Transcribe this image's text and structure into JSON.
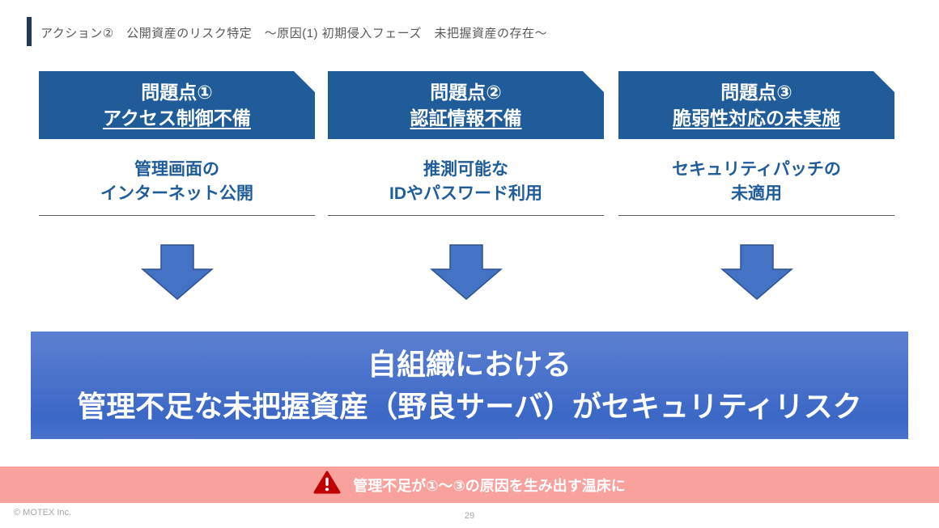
{
  "slide": {
    "header": {
      "title": "アクション②　公開資産のリスク特定　～原因(1) 初期侵入フェーズ　未把握資産の存在～"
    },
    "problems": [
      {
        "heading_line1": "問題点①",
        "heading_line2": "アクセス制御不備",
        "body_line1": "管理画面の",
        "body_line2": "インターネット公開"
      },
      {
        "heading_line1": "問題点②",
        "heading_line2": "認証情報不備",
        "body_line1": "推測可能な",
        "body_line2": "IDやパスワード利用"
      },
      {
        "heading_line1": "問題点③",
        "heading_line2": "脆弱性対応の未実施",
        "body_line1": "セキュリティパッチの",
        "body_line2": "未適用"
      }
    ],
    "conclusion": {
      "line1": "自組織における",
      "line2": "管理不足な未把握資産（野良サーバ）がセキュリティリスク"
    },
    "warning": {
      "icon": "warning-triangle-icon",
      "text": "管理不足が①～③の原因を生み出す温床に"
    },
    "footer": {
      "copyright": "© MOTEX Inc.",
      "page_number": "29"
    },
    "colors": {
      "accent_navy": "#1F3864",
      "box_blue": "#1F5C99",
      "body_text_blue": "#1F5C99",
      "arrow_fill": "#4472C4",
      "arrow_border": "#2F528F",
      "banner_gradient_top": "#5C80D1",
      "banner_gradient_bottom": "#3B67C6",
      "warning_pink": "#F9A19C",
      "warning_red": "#C00000",
      "title_gray": "#595959",
      "footer_gray": "#A6A6A6"
    }
  }
}
